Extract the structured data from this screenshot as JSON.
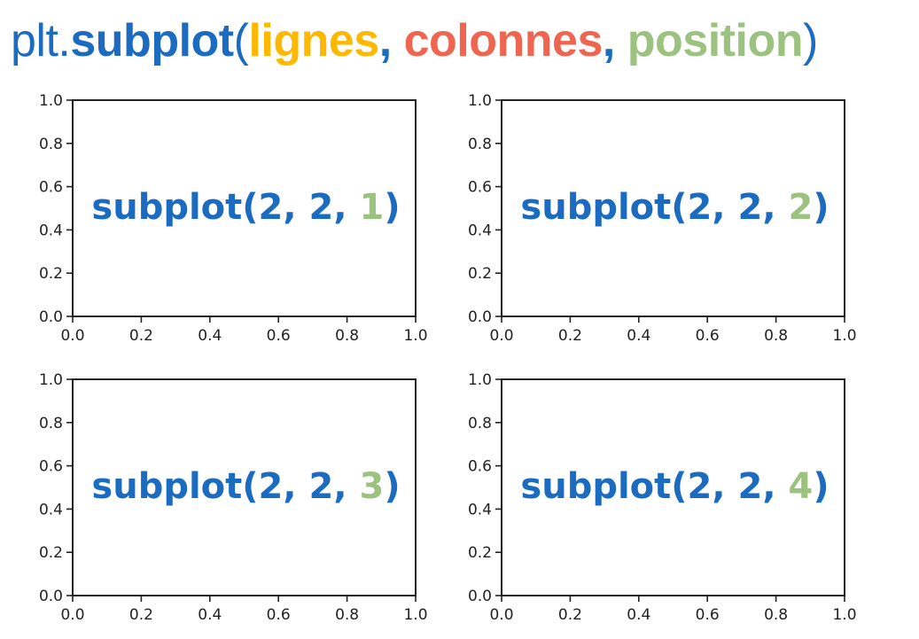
{
  "header": {
    "prefix": "plt.",
    "func": "subplot",
    "open_paren": "(",
    "arg_rows": "lignes",
    "sep1": ", ",
    "arg_cols": "colonnes",
    "sep2": ", ",
    "arg_pos": "position",
    "close_paren": ")"
  },
  "colors": {
    "blue": "#1b6cc0",
    "rows": "#ffb800",
    "cols": "#f0654f",
    "pos": "#9cc27f"
  },
  "chart_data": [
    {
      "type": "empty_axes",
      "panel": 1,
      "xlim": [
        0.0,
        1.0
      ],
      "ylim": [
        0.0,
        1.0
      ],
      "xticks": [
        "0.0",
        "0.2",
        "0.4",
        "0.6",
        "0.8",
        "1.0"
      ],
      "yticks": [
        "0.0",
        "0.2",
        "0.4",
        "0.6",
        "0.8",
        "1.0"
      ],
      "label": {
        "prefix": "subplot(2, 2, ",
        "position": "1",
        "suffix": ")"
      }
    },
    {
      "type": "empty_axes",
      "panel": 2,
      "xlim": [
        0.0,
        1.0
      ],
      "ylim": [
        0.0,
        1.0
      ],
      "xticks": [
        "0.0",
        "0.2",
        "0.4",
        "0.6",
        "0.8",
        "1.0"
      ],
      "yticks": [
        "0.0",
        "0.2",
        "0.4",
        "0.6",
        "0.8",
        "1.0"
      ],
      "label": {
        "prefix": "subplot(2, 2, ",
        "position": "2",
        "suffix": ")"
      }
    },
    {
      "type": "empty_axes",
      "panel": 3,
      "xlim": [
        0.0,
        1.0
      ],
      "ylim": [
        0.0,
        1.0
      ],
      "xticks": [
        "0.0",
        "0.2",
        "0.4",
        "0.6",
        "0.8",
        "1.0"
      ],
      "yticks": [
        "0.0",
        "0.2",
        "0.4",
        "0.6",
        "0.8",
        "1.0"
      ],
      "label": {
        "prefix": "subplot(2, 2, ",
        "position": "3",
        "suffix": ")"
      }
    },
    {
      "type": "empty_axes",
      "panel": 4,
      "xlim": [
        0.0,
        1.0
      ],
      "ylim": [
        0.0,
        1.0
      ],
      "xticks": [
        "0.0",
        "0.2",
        "0.4",
        "0.6",
        "0.8",
        "1.0"
      ],
      "yticks": [
        "0.0",
        "0.2",
        "0.4",
        "0.6",
        "0.8",
        "1.0"
      ],
      "label": {
        "prefix": "subplot(2, 2, ",
        "position": "4",
        "suffix": ")"
      }
    }
  ]
}
